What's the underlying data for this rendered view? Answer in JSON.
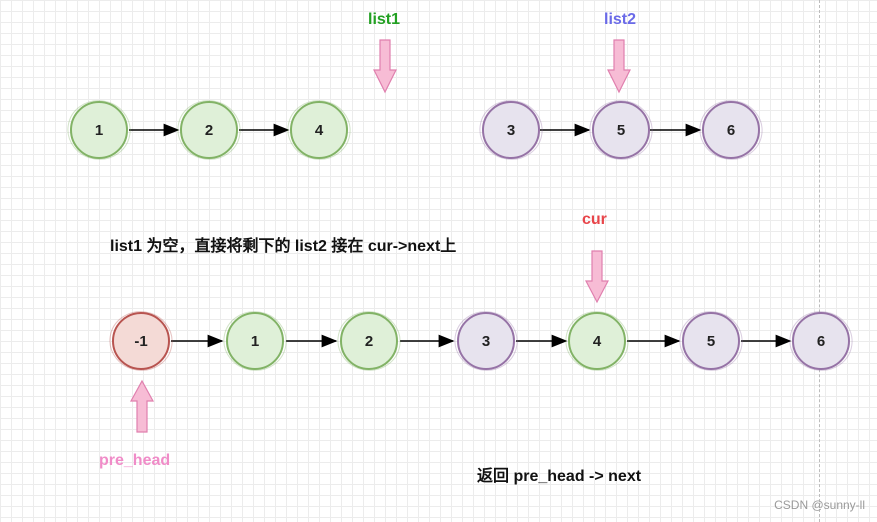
{
  "pointers": {
    "list1": "list1",
    "list2": "list2",
    "cur": "cur",
    "pre_head": "pre_head"
  },
  "notes": {
    "step": "list1 为空，直接将剩下的 list2 接在 cur->next上",
    "result": "返回 pre_head -> next"
  },
  "top_row": {
    "list1": [
      {
        "value": "1",
        "color": "green"
      },
      {
        "value": "2",
        "color": "green"
      },
      {
        "value": "4",
        "color": "green"
      }
    ],
    "list2": [
      {
        "value": "3",
        "color": "purple"
      },
      {
        "value": "5",
        "color": "purple"
      },
      {
        "value": "6",
        "color": "purple"
      }
    ]
  },
  "bottom_row": [
    {
      "value": "-1",
      "color": "red"
    },
    {
      "value": "1",
      "color": "green"
    },
    {
      "value": "2",
      "color": "green"
    },
    {
      "value": "3",
      "color": "purple"
    },
    {
      "value": "4",
      "color": "green"
    },
    {
      "value": "5",
      "color": "purple"
    },
    {
      "value": "6",
      "color": "purple"
    }
  ],
  "colors": {
    "green_fill": "#dff0d8",
    "green_stroke": "#82b366",
    "purple_fill": "#e7e3ee",
    "purple_stroke": "#9673a6",
    "red_fill": "#f4dad6",
    "red_stroke": "#b85450",
    "pointer_arrow_fill": "#f7bcd5",
    "pointer_arrow_stroke": "#e07fae"
  },
  "watermark": "CSDN @sunny-ll"
}
